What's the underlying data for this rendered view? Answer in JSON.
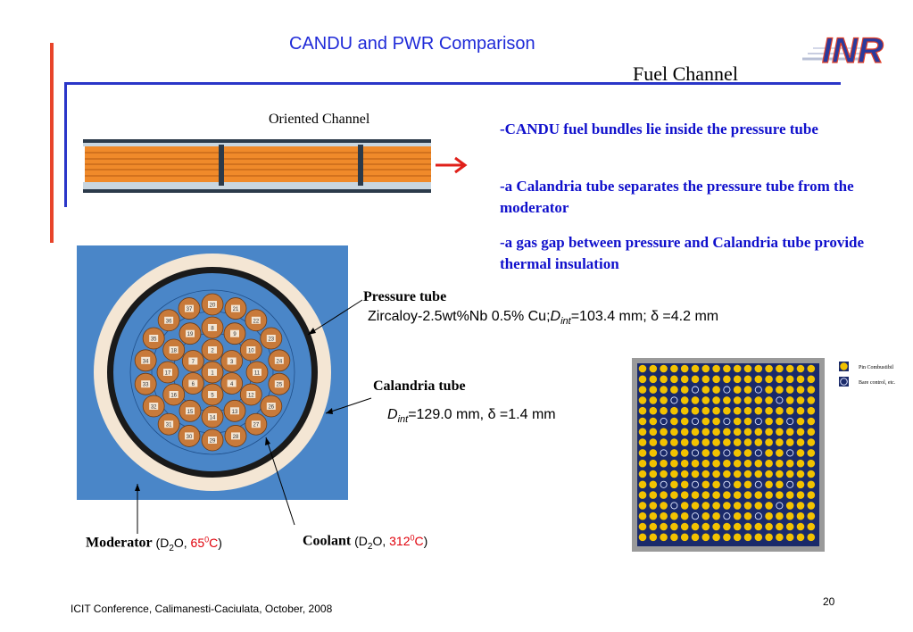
{
  "header": {
    "title": "CANDU and PWR Comparison",
    "subtitle": "Fuel Channel",
    "logo_text": "INR"
  },
  "channel": {
    "label": "Oriented Channel"
  },
  "bullets": [
    "-CANDU fuel bundles lie inside the pressure tube",
    "-a Calandria tube separates the pressure tube from the moderator",
    "-a gas gap between pressure and Calandria tube provide thermal insulation"
  ],
  "pressure_tube": {
    "label": "Pressure tube",
    "spec_prefix": "Zircaloy-2.5wt%Nb 0.5% Cu;",
    "d_symbol": "D",
    "d_sub": "int",
    "spec_suffix": "=103.4 mm; δ  =4.2 mm"
  },
  "calandria_tube": {
    "label": "Calandria tube",
    "d_symbol": "D",
    "d_sub": "int",
    "spec_suffix": "=129.0 mm, δ =1.4 mm"
  },
  "moderator": {
    "label": "Moderator",
    "open": " (D",
    "sub": "2",
    "mid": "O, ",
    "temp": "65",
    "temp_sup": "0",
    "temp_unit": "C",
    "close": ")"
  },
  "coolant": {
    "label": "Coolant",
    "open": " (D",
    "sub": "2",
    "mid": "O, ",
    "temp": "312",
    "temp_sup": "0",
    "temp_unit": "C",
    "close": ")"
  },
  "bundle": {
    "element_numbers": [
      "1",
      "2",
      "3",
      "4",
      "5",
      "6",
      "7",
      "8",
      "9",
      "10",
      "11",
      "12",
      "13",
      "14",
      "15",
      "16",
      "17",
      "18",
      "19",
      "20",
      "21",
      "22",
      "23",
      "24",
      "25",
      "26",
      "27",
      "28",
      "29",
      "30",
      "31",
      "32",
      "33",
      "34",
      "35",
      "36",
      "37"
    ]
  },
  "pwr_legend": {
    "fuel": "Pin Combustibil",
    "control": "Bare control, etc."
  },
  "footer": {
    "conference": "ICIT Conference, Calimanesti-Caciulata, October, 2008",
    "page": "20"
  }
}
